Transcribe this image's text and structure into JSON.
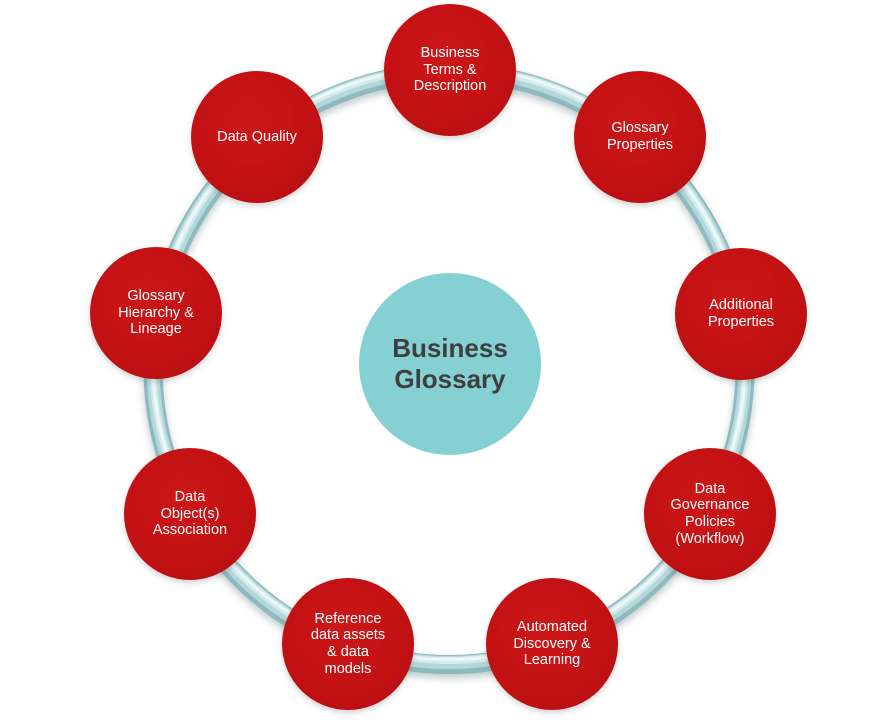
{
  "colors": {
    "background": "#FFFFFF",
    "node_fill": "#C21113",
    "node_text": "#FFFFFF",
    "center_fill": "#84D0D3",
    "center_text": "#3F3F3F",
    "ring_base": "#8FB9BE",
    "ring_mid": "#B3D8DA",
    "ring_light": "#D4EAEC",
    "ring_highlight": "#EDF7F8"
  },
  "center": {
    "label": "Business\nGlossary"
  },
  "nodes": [
    {
      "label": "Business\nTerms &\nDescription"
    },
    {
      "label": "Glossary\nProperties"
    },
    {
      "label": "Additional\nProperties"
    },
    {
      "label": "Data\nGovernance\nPolicies\n(Workflow)"
    },
    {
      "label": "Automated\nDiscovery &\nLearning"
    },
    {
      "label": "Reference\ndata assets\n& data\nmodels"
    },
    {
      "label": "Data\nObject(s)\nAssociation"
    },
    {
      "label": "Glossary\nHierarchy &\nLineage"
    },
    {
      "label": "Data Quality"
    }
  ]
}
